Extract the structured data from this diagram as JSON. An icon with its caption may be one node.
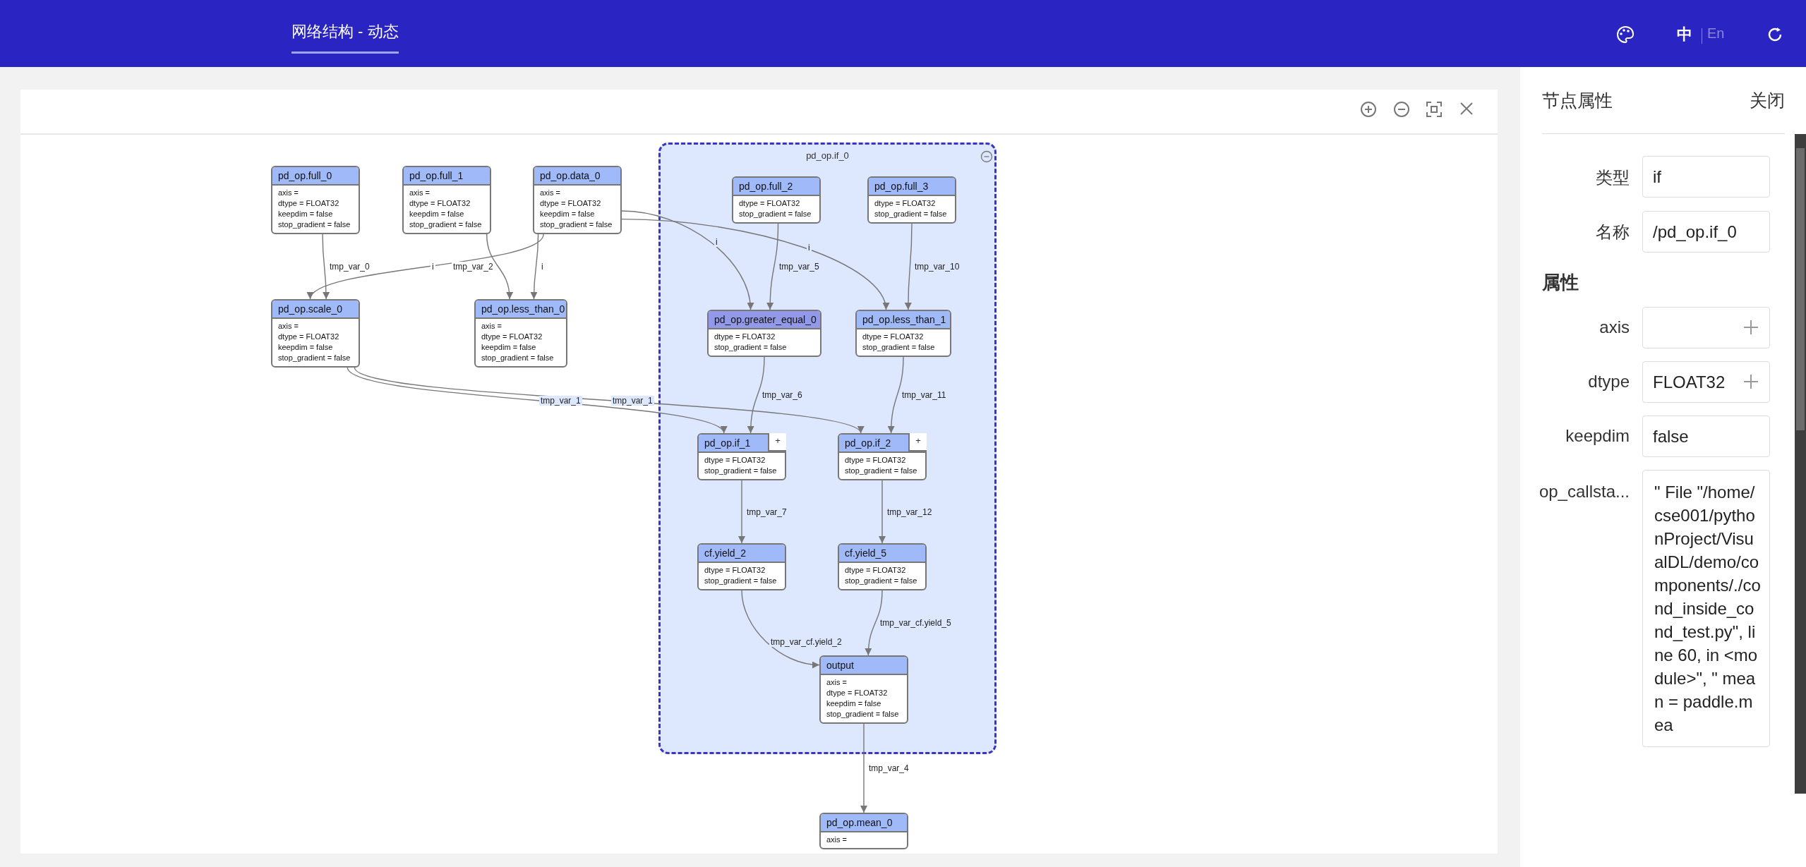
{
  "diagram": {
    "nodes": [
      {
        "text": [
          "pd_op.full_0",
          "axis =",
          "dtype = FLOAT32",
          "keepdim = false",
          "stop_gradient = false"
        ]
      },
      {
        "text": [
          "pd_op.full_1",
          "axis =",
          "dtype = FLOAT32",
          "keepdim = false",
          "stop_gradient = false"
        ]
      },
      {
        "text": [
          "pd_op.data_0",
          "axis =",
          "dtype = FLOAT32",
          "keepdim = false",
          "stop_gradient = false"
        ]
      },
      {
        "text": [
          "pd_op.if_0"
        ]
      },
      {
        "text": [
          "pd_op.full_2",
          "dtype = FLOAT32",
          "stop_gradient = false"
        ],
        "in": 3
      },
      {
        "text": [
          "pd_op.full_3",
          "dtype = FLOAT32",
          "stop_gradient = false"
        ],
        "in": 3
      },
      {
        "text": [
          "pd_op.scale_0",
          "axis =",
          "dtype = FLOAT32",
          "keepdim = false",
          "stop_gradient = false"
        ]
      },
      {
        "text": [
          "pd_op.less_than_0",
          "axis =",
          "dtype = FLOAT32",
          "keepdim = false",
          "stop_gradient = false"
        ]
      },
      {
        "text": [
          "pd_op.greater_equal_0",
          "dtype = FLOAT32",
          "stop_gradient = false"
        ],
        "in": 3
      },
      {
        "text": [
          "pd_op.less_than_1",
          "dtype = FLOAT32",
          "stop_gradient = false"
        ],
        "in": 3
      },
      {
        "text": [
          "pd_op.if_1",
          "dtype = FLOAT32",
          "stop_gradient = false"
        ],
        "in": 3
      },
      {
        "text": [
          "+"
        ],
        "in": 10
      },
      {
        "text": [
          "pd_op.if_2",
          "dtype = FLOAT32",
          "stop_gradient = false"
        ],
        "in": 3
      },
      {
        "text": [
          "+"
        ],
        "in": 12
      },
      {
        "text": [
          "cf.yield_2",
          "dtype = FLOAT32",
          "stop_gradient = false"
        ],
        "in": 3
      },
      {
        "text": [
          "cf.yield_5",
          "dtype = FLOAT32",
          "stop_gradient = false"
        ],
        "in": 3
      },
      {
        "text": [
          "output",
          "axis =",
          "dtype = FLOAT32",
          "keepdim = false",
          "stop_gradient = false"
        ],
        "in": 3
      },
      {
        "text": [
          "pd_op.mean_0",
          "axis ="
        ]
      }
    ],
    "edges": [
      {
        "from": 0,
        "to": 6,
        "arrow": "to",
        "label": "tmp_var_0"
      },
      {
        "from": 2,
        "to": 6,
        "arrow": "to",
        "label": "i"
      },
      {
        "from": 1,
        "to": 7,
        "arrow": "to",
        "label": "tmp_var_2"
      },
      {
        "from": 2,
        "to": 7,
        "arrow": "to",
        "label": "i"
      },
      {
        "from": 2,
        "to": 8,
        "arrow": "to",
        "label": "i"
      },
      {
        "from": 2,
        "to": 9,
        "arrow": "to",
        "label": "i"
      },
      {
        "from": 4,
        "to": 8,
        "arrow": "to",
        "label": "tmp_var_5"
      },
      {
        "from": 5,
        "to": 9,
        "arrow": "to",
        "label": "tmp_var_10"
      },
      {
        "from": 6,
        "to": 10,
        "arrow": "to",
        "label": "tmp_var_1"
      },
      {
        "from": 6,
        "to": 12,
        "arrow": "to",
        "label": "tmp_var_1"
      },
      {
        "from": 8,
        "to": 10,
        "arrow": "to",
        "label": "tmp_var_6"
      },
      {
        "from": 9,
        "to": 12,
        "arrow": "to",
        "label": "tmp_var_11"
      },
      {
        "from": 10,
        "to": 14,
        "arrow": "to",
        "label": "tmp_var_7"
      },
      {
        "from": 12,
        "to": 15,
        "arrow": "to",
        "label": "tmp_var_12"
      },
      {
        "from": 14,
        "to": 16,
        "arrow": "to",
        "label": "tmp_var_cf.yield_2"
      },
      {
        "from": 15,
        "to": 16,
        "arrow": "to",
        "label": "tmp_var_cf.yield_5"
      },
      {
        "from": 16,
        "to": 17,
        "arrow": "to",
        "label": "tmp_var_4"
      }
    ],
    "labels": [
      "网络结构 - 动态",
      "中",
      "En",
      "节点属性",
      "关闭",
      "类型",
      "if",
      "名称",
      "/pd_op.if_0",
      "属性",
      "axis",
      "dtype",
      "FLOAT32",
      "keepdim",
      "false",
      "op_callsta...",
      "\" File \"/home/cse001/pythonProject/VisualDL/demo/components/./cond_inside_cond_test.py\", line 60, in <module>\", \" mean = paddle.mea"
    ]
  }
}
